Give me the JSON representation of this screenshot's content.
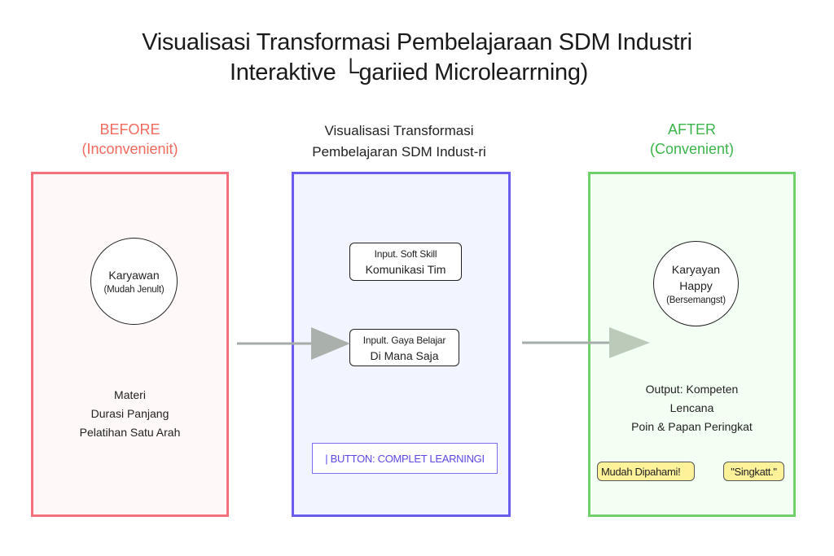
{
  "title": {
    "line1": "Visualisasi Transformasi Pembelajaraan SDM Industri",
    "line2": "Interaktive └gariied Microlearrning)"
  },
  "before": {
    "heading": "BEFORE",
    "subheading": "(Inconvenienit)",
    "circle": {
      "main": "Karyawan",
      "sub": "(Mudah Jenult)"
    },
    "items": [
      "Materi",
      "Durasi Panjang",
      "Pelatihan Satu Arah"
    ]
  },
  "middle": {
    "heading_line1": "Visualisasi Transformasi",
    "heading_line2": "Pembelajaran SDM Indust-ri",
    "inputs": [
      {
        "label": "Input. Soft Skill",
        "value": "Komunikasi Tim"
      },
      {
        "label": "Inpult. Gaya Belajar",
        "value": "Di Mana Saja"
      }
    ],
    "button_label": "| BUTTON: COMPLET LEARNINGI"
  },
  "after": {
    "heading": "AFTER",
    "subheading": "(Convenient)",
    "circle": {
      "main_line1": "Karyayan",
      "main_line2": "Happy",
      "sub": "(Bersemangst)"
    },
    "items": [
      "Output: Kompeten",
      "Lencana",
      "Poin & Papan Peringkat"
    ],
    "badges": [
      "Mudah Dipahami!",
      "\"Singkatt.\""
    ]
  },
  "colors": {
    "before": "#f5707d",
    "middle": "#6b5cf0",
    "after": "#6fd06c",
    "arrow": "#a9b0ab",
    "badge": "#fdf29a"
  }
}
